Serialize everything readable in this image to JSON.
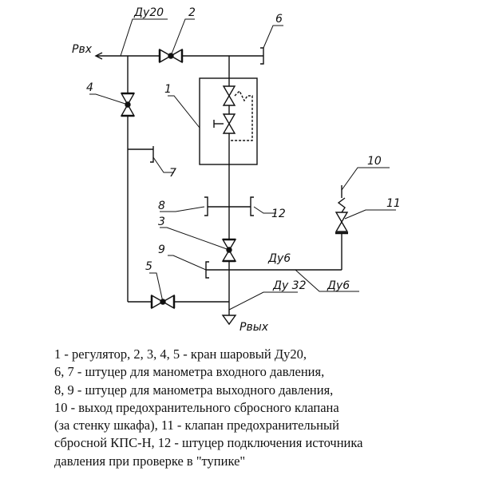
{
  "labels": {
    "p_in": "Рвх",
    "p_out": "Рвых",
    "du20": "Ду20",
    "du32": "Ду 32",
    "du6_a": "Ду6",
    "du6_b": "Ду6",
    "n1": "1",
    "n2": "2",
    "n3": "3",
    "n4": "4",
    "n5": "5",
    "n6": "6",
    "n7": "7",
    "n8": "8",
    "n9": "9",
    "n10": "10",
    "n11": "11",
    "n12": "12"
  },
  "legend": [
    "1 - регулятор, 2, 3, 4, 5 - кран шаровый Ду20,",
    "6, 7 - штуцер для манометра входного давления,",
    "8, 9 - штуцер для манометра выходного давления,",
    "10 - выход предохранительного сбросного клапана",
    "(за стенку шкафа), 11 - клапан предохранительный",
    "сбросной КПС-Н, 12 - штуцер подключения источника",
    "давления при проверке в \"тупике\""
  ]
}
